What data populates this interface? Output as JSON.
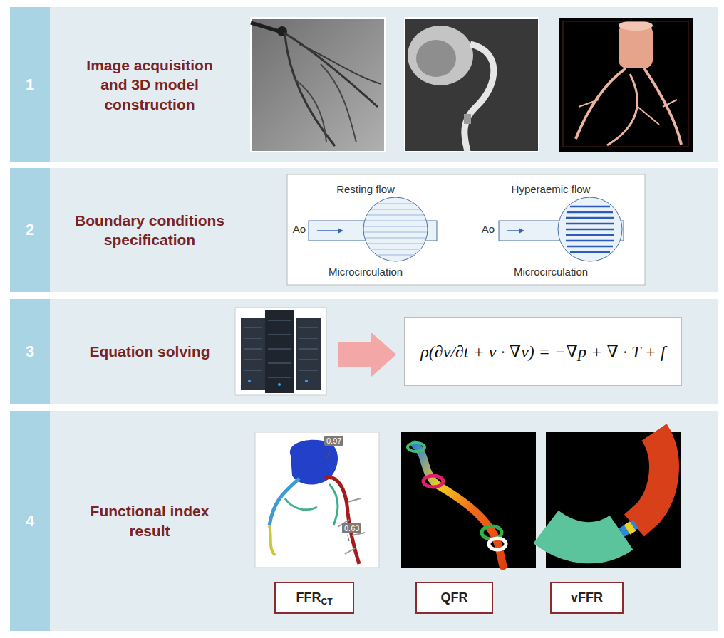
{
  "diagram": {
    "nodes": [
      {
        "text": [
          "1",
          "Image acquisition and 3D model construction"
        ]
      },
      {
        "text": [
          "2",
          "Boundary conditions specification"
        ]
      },
      {
        "text": [
          "Resting flow",
          "Ao",
          "Microcirculation",
          "Hyperaemic flow",
          "Ao",
          "Microcirculation"
        ],
        "in": 1
      },
      {
        "text": [
          "3",
          "Equation solving"
        ]
      },
      {
        "text": [
          "ρ(∂v/∂t + v · ∇v) = −∇p + ∇ · T + f"
        ],
        "in": 3
      },
      {
        "text": [
          "4",
          "Functional index result"
        ]
      },
      {
        "text": [
          "FFR",
          "CT"
        ],
        "in": 5
      },
      {
        "text": [
          "QFR"
        ],
        "in": 5
      },
      {
        "text": [
          "vFFR"
        ],
        "in": 5
      }
    ],
    "labels": [
      "0.97",
      "0.63"
    ]
  }
}
